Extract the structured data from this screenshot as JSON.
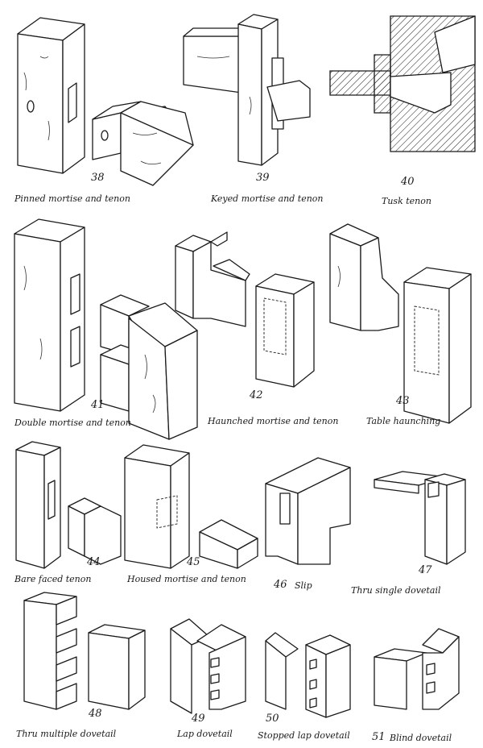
{
  "figures": [
    {
      "number": "38",
      "caption": "Pinned mortise and tenon"
    },
    {
      "number": "39",
      "caption": "Keyed mortise and tenon"
    },
    {
      "number": "40",
      "caption": "Tusk tenon"
    },
    {
      "number": "41",
      "caption": "Double mortise and tenon"
    },
    {
      "number": "42",
      "caption": "Haunched mortise and tenon"
    },
    {
      "number": "43",
      "caption": "Table haunching"
    },
    {
      "number": "44",
      "caption": "Bare faced tenon"
    },
    {
      "number": "45",
      "caption": "Housed mortise and tenon"
    },
    {
      "number": "46",
      "caption": "Slip"
    },
    {
      "number": "47",
      "caption": "Thru single dovetail"
    },
    {
      "number": "48",
      "caption": "Thru multiple dovetail"
    },
    {
      "number": "49",
      "caption": "Lap dovetail"
    },
    {
      "number": "50",
      "caption": "Stopped lap dovetail"
    },
    {
      "number": "51",
      "caption": "Blind dovetail"
    }
  ]
}
